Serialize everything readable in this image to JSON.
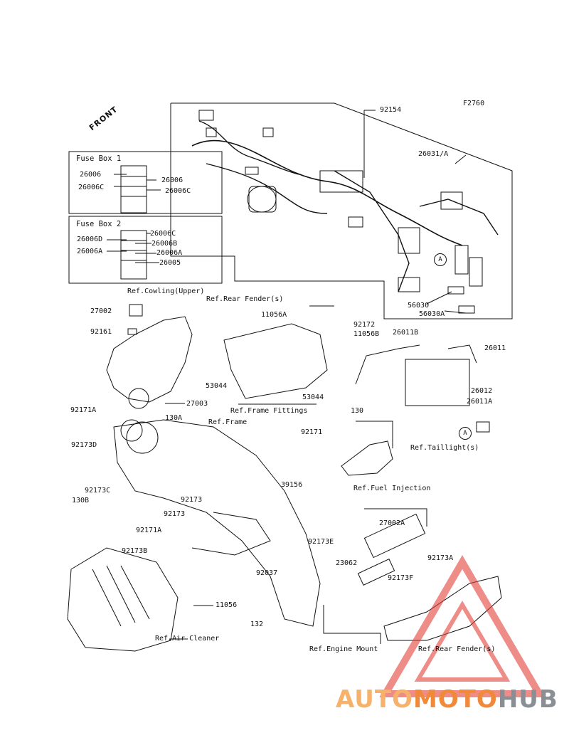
{
  "figure_code": "F2760",
  "front_label": "FRONT",
  "fuse_box_1": {
    "title": "Fuse Box 1",
    "labels": [
      "26006",
      "26006C",
      "26006",
      "26006C"
    ]
  },
  "fuse_box_2": {
    "title": "Fuse Box 2",
    "labels": [
      "26006D",
      "26006A",
      "26006C",
      "26006B",
      "26006A",
      "26005"
    ]
  },
  "parts": {
    "p92154": "92154",
    "p26031A": "26031/A",
    "p56030": "56030",
    "p56030A": "56030A",
    "p27002": "27002",
    "p92161": "92161",
    "p27003": "27003",
    "p92171A_top": "92171A",
    "p130A": "130A",
    "p92173D": "92173D",
    "p130B": "130B",
    "p92173C": "92173C",
    "p11056A": "11056A",
    "p92172": "92172",
    "p11056B": "11056B",
    "p53044_l": "53044",
    "p53044_r": "53044",
    "p26011B": "26011B",
    "p26011": "26011",
    "p26012": "26012",
    "p26011A": "26011A",
    "p130": "130",
    "p92171": "92171",
    "p39156": "39156",
    "p92173_1": "92173",
    "p92173_2": "92173",
    "p92171A_mid": "92171A",
    "p92173B": "92173B",
    "p92173E": "92173E",
    "p27002A": "27002A",
    "p92173A": "92173A",
    "p23062": "23062",
    "p92037": "92037",
    "p92173F": "92173F",
    "p11056": "11056",
    "p132": "132"
  },
  "refs": {
    "cowling": "Ref.Cowling(Upper)",
    "rear_fender_top": "Ref.Rear Fender(s)",
    "frame_fittings": "Ref.Frame Fittings",
    "frame": "Ref.Frame",
    "taillight": "Ref.Taillight(s)",
    "fuel_injection": "Ref.Fuel Injection",
    "air_cleaner": "Ref.Air Cleaner",
    "engine_mount": "Ref.Engine Mount",
    "rear_fender_bottom": "Ref.Rear Fender(s)"
  },
  "callout_a": "A",
  "watermark": {
    "part1": "AUTO",
    "part2": "MOTO",
    "part3": "HUB",
    "colors": {
      "light": "#f6b26b",
      "orange": "#f08a3a",
      "gray": "#8a8f96",
      "red": "#e4403a"
    }
  }
}
